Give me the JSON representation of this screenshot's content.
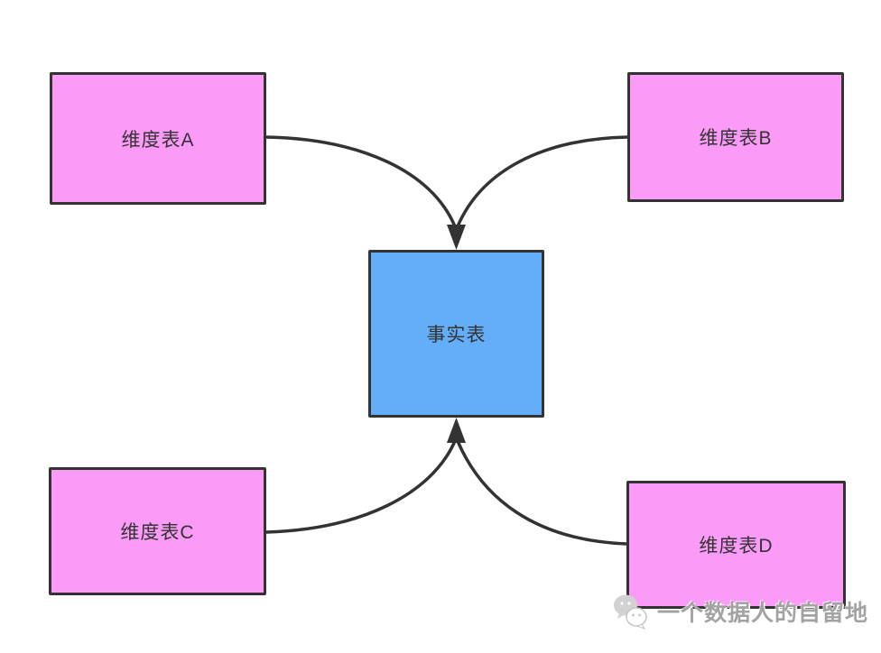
{
  "diagram": {
    "fact_table": {
      "label": "事实表"
    },
    "dimension_tables": [
      {
        "id": "A",
        "label": "维度表A"
      },
      {
        "id": "B",
        "label": "维度表B"
      },
      {
        "id": "C",
        "label": "维度表C"
      },
      {
        "id": "D",
        "label": "维度表D"
      }
    ],
    "colors": {
      "dimension_fill": "#fb9bf7",
      "fact_fill": "#64adf8",
      "border": "#333333",
      "arrow": "#333333",
      "text": "#333333"
    },
    "arrows": [
      {
        "from": "维度表A",
        "to": "事实表"
      },
      {
        "from": "维度表B",
        "to": "事实表"
      },
      {
        "from": "维度表C",
        "to": "事实表"
      },
      {
        "from": "维度表D",
        "to": "事实表"
      }
    ]
  },
  "watermark": {
    "text": "一个数据人的自留地",
    "icon": "wechat-icon",
    "color": "#a3a3a3"
  }
}
